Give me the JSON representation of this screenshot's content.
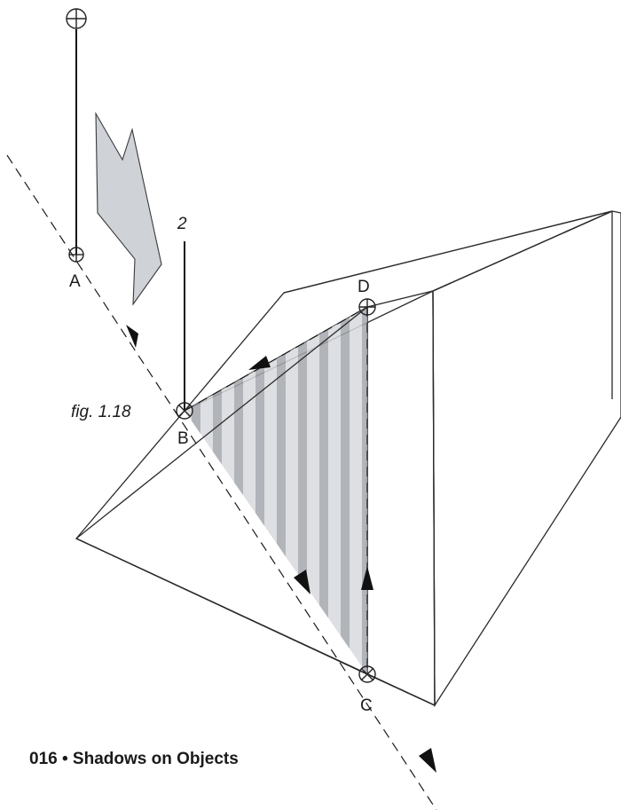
{
  "figure": {
    "label": "fig. 1.18",
    "caption": "016 • Shadows on Objects",
    "pole_label": "2",
    "points": [
      "A",
      "B",
      "C",
      "D"
    ]
  }
}
